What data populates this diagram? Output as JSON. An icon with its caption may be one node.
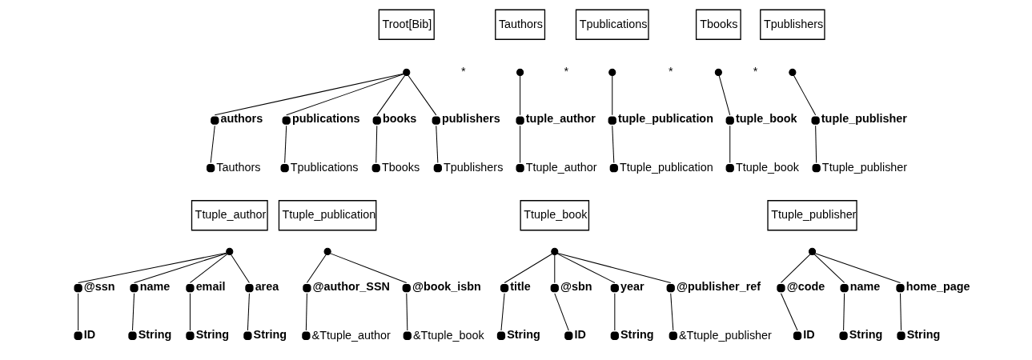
{
  "diagram": {
    "nodes": [
      {
        "text": [
          "Troot[Bib]"
        ]
      },
      {
        "text": [],
        "shape": "circle"
      },
      {
        "text": [
          "authors"
        ]
      },
      {
        "text": [
          "Tauthors"
        ]
      },
      {
        "text": [
          "publications"
        ]
      },
      {
        "text": [
          "Tpublications"
        ]
      },
      {
        "text": [
          "books"
        ]
      },
      {
        "text": [
          "Tbooks"
        ]
      },
      {
        "text": [
          "publishers"
        ]
      },
      {
        "text": [
          "Tpublishers"
        ]
      },
      {
        "text": [
          "Tauthors"
        ]
      },
      {
        "text": [],
        "shape": "circle"
      },
      {
        "text": [
          "tuple_author"
        ]
      },
      {
        "text": [
          "Ttuple_author"
        ]
      },
      {
        "text": [
          "Tpublications"
        ]
      },
      {
        "text": [],
        "shape": "circle"
      },
      {
        "text": [
          "tuple_publication"
        ]
      },
      {
        "text": [
          "Ttuple_publication"
        ]
      },
      {
        "text": [
          "Tbooks"
        ]
      },
      {
        "text": [],
        "shape": "circle"
      },
      {
        "text": [
          "tuple_book"
        ]
      },
      {
        "text": [
          "Ttuple_book"
        ]
      },
      {
        "text": [
          "Tpublishers"
        ]
      },
      {
        "text": [],
        "shape": "circle"
      },
      {
        "text": [
          "tuple_publisher"
        ]
      },
      {
        "text": [
          "Ttuple_publisher"
        ]
      },
      {
        "text": [
          "Ttuple_author"
        ]
      },
      {
        "text": [],
        "shape": "circle"
      },
      {
        "text": [
          "@ssn"
        ]
      },
      {
        "text": [
          "ID"
        ]
      },
      {
        "text": [
          "name"
        ]
      },
      {
        "text": [
          "String"
        ]
      },
      {
        "text": [
          "email"
        ]
      },
      {
        "text": [
          "String"
        ]
      },
      {
        "text": [
          "area"
        ]
      },
      {
        "text": [
          "String"
        ]
      },
      {
        "text": [
          "Ttuple_publication"
        ]
      },
      {
        "text": [],
        "shape": "circle"
      },
      {
        "text": [
          "@author_SSN"
        ]
      },
      {
        "text": [
          "&Ttuple_author"
        ]
      },
      {
        "text": [
          "@book_isbn"
        ]
      },
      {
        "text": [
          "&Ttuple_book"
        ]
      },
      {
        "text": [
          "Ttuple_book"
        ]
      },
      {
        "text": [],
        "shape": "circle"
      },
      {
        "text": [
          "title"
        ]
      },
      {
        "text": [
          "String"
        ]
      },
      {
        "text": [
          "@sbn"
        ]
      },
      {
        "text": [
          "ID"
        ]
      },
      {
        "text": [
          "year"
        ]
      },
      {
        "text": [
          "String"
        ]
      },
      {
        "text": [
          "@publisher_ref"
        ]
      },
      {
        "text": [
          "&Ttuple_publisher"
        ]
      },
      {
        "text": [
          "Ttuple_publisher"
        ]
      },
      {
        "text": [],
        "shape": "circle"
      },
      {
        "text": [
          "@code"
        ]
      },
      {
        "text": [
          "ID"
        ]
      },
      {
        "text": [
          "name"
        ]
      },
      {
        "text": [
          "String"
        ]
      },
      {
        "text": [
          "home_page"
        ]
      },
      {
        "text": [
          "String"
        ]
      }
    ],
    "edges": [
      {
        "from": 1,
        "to": 2,
        "arrow": "none"
      },
      {
        "from": 2,
        "to": 3,
        "arrow": "none"
      },
      {
        "from": 1,
        "to": 4,
        "arrow": "none"
      },
      {
        "from": 4,
        "to": 5,
        "arrow": "none"
      },
      {
        "from": 1,
        "to": 6,
        "arrow": "none"
      },
      {
        "from": 6,
        "to": 7,
        "arrow": "none"
      },
      {
        "from": 1,
        "to": 8,
        "arrow": "none"
      },
      {
        "from": 8,
        "to": 9,
        "arrow": "none"
      },
      {
        "from": 11,
        "to": 12,
        "arrow": "none"
      },
      {
        "from": 12,
        "to": 13,
        "arrow": "none"
      },
      {
        "from": 15,
        "to": 16,
        "arrow": "none"
      },
      {
        "from": 16,
        "to": 17,
        "arrow": "none"
      },
      {
        "from": 19,
        "to": 20,
        "arrow": "none"
      },
      {
        "from": 20,
        "to": 21,
        "arrow": "none"
      },
      {
        "from": 23,
        "to": 24,
        "arrow": "none"
      },
      {
        "from": 24,
        "to": 25,
        "arrow": "none"
      },
      {
        "from": 27,
        "to": 28,
        "arrow": "none"
      },
      {
        "from": 28,
        "to": 29,
        "arrow": "none"
      },
      {
        "from": 27,
        "to": 30,
        "arrow": "none"
      },
      {
        "from": 30,
        "to": 31,
        "arrow": "none"
      },
      {
        "from": 27,
        "to": 32,
        "arrow": "none"
      },
      {
        "from": 32,
        "to": 33,
        "arrow": "none"
      },
      {
        "from": 27,
        "to": 34,
        "arrow": "none"
      },
      {
        "from": 34,
        "to": 35,
        "arrow": "none"
      },
      {
        "from": 37,
        "to": 38,
        "arrow": "none"
      },
      {
        "from": 38,
        "to": 39,
        "arrow": "none"
      },
      {
        "from": 37,
        "to": 40,
        "arrow": "none"
      },
      {
        "from": 40,
        "to": 41,
        "arrow": "none"
      },
      {
        "from": 43,
        "to": 44,
        "arrow": "none"
      },
      {
        "from": 44,
        "to": 45,
        "arrow": "none"
      },
      {
        "from": 43,
        "to": 46,
        "arrow": "none"
      },
      {
        "from": 46,
        "to": 47,
        "arrow": "none"
      },
      {
        "from": 43,
        "to": 48,
        "arrow": "none"
      },
      {
        "from": 48,
        "to": 49,
        "arrow": "none"
      },
      {
        "from": 43,
        "to": 50,
        "arrow": "none"
      },
      {
        "from": 50,
        "to": 51,
        "arrow": "none"
      },
      {
        "from": 53,
        "to": 54,
        "arrow": "none"
      },
      {
        "from": 54,
        "to": 55,
        "arrow": "none"
      },
      {
        "from": 53,
        "to": 56,
        "arrow": "none"
      },
      {
        "from": 56,
        "to": 57,
        "arrow": "none"
      },
      {
        "from": 53,
        "to": 58,
        "arrow": "none"
      },
      {
        "from": 58,
        "to": 59,
        "arrow": "none"
      }
    ],
    "labels": [
      "*",
      "*",
      "*",
      "*"
    ]
  }
}
